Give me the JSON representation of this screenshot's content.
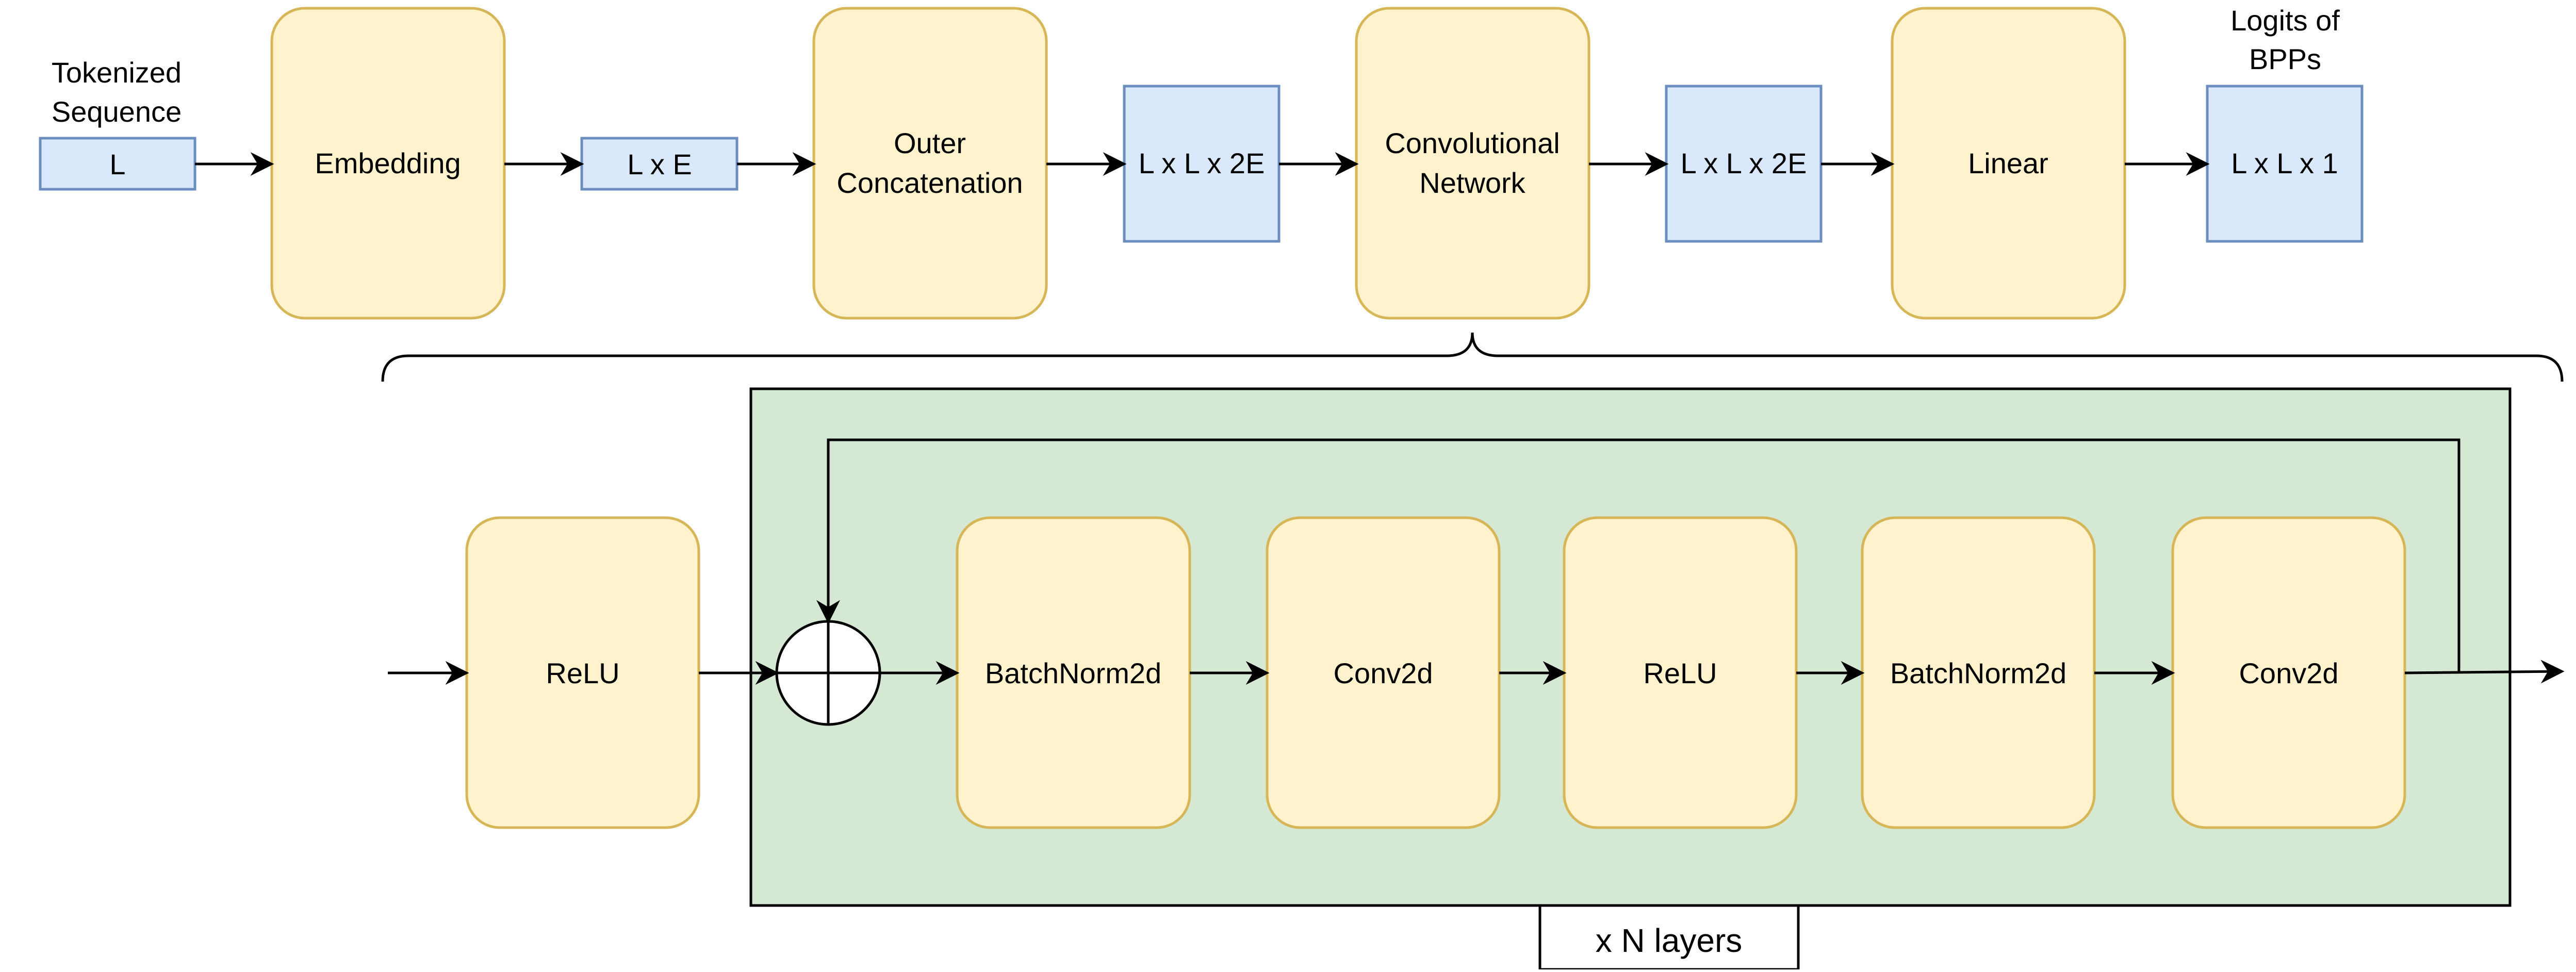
{
  "colors": {
    "module_fill": "#fff2cc",
    "module_stroke": "#d6b656",
    "tensor_fill": "#dae8fc",
    "tensor_stroke": "#6c8ebf",
    "block_fill": "#d5e8d4",
    "line": "#000000"
  },
  "top": {
    "input_caption": [
      "Tokenized",
      "Sequence"
    ],
    "input_shape": "L",
    "embedding": "Embedding",
    "embed_shape": "L x E",
    "outer_concat": [
      "Outer",
      "Concatenation"
    ],
    "concat_shape": "L x L x 2E",
    "conv_net": [
      "Convolutional",
      "Network"
    ],
    "conv_shape": "L x L x 2E",
    "linear": "Linear",
    "output_caption": [
      "Logits of",
      "BPPs"
    ],
    "output_shape": "L x L x 1"
  },
  "bottom": {
    "relu_pre": "ReLU",
    "sum_node": "sum-node",
    "batchnorm_1": "BatchNorm2d",
    "conv2d_1": "Conv2d",
    "relu_mid": "ReLU",
    "batchnorm_2": "BatchNorm2d",
    "conv2d_2": "Conv2d",
    "repeat_label": "x N layers"
  }
}
